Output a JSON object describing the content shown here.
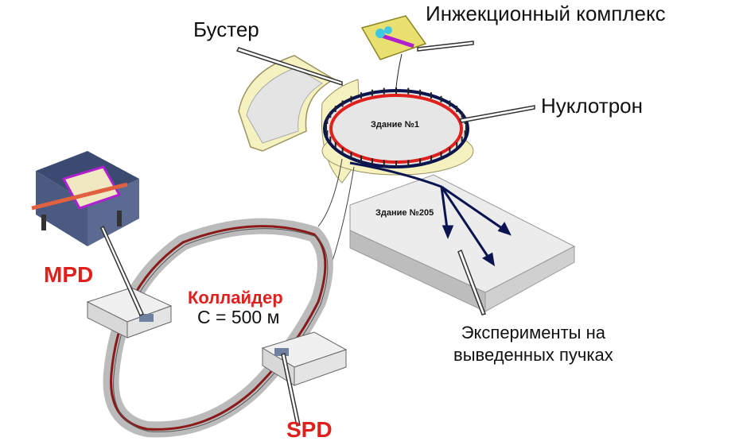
{
  "labels": {
    "injection": "Инжекционный комплекс",
    "booster": "Бустер",
    "nuclotron": "Нуклотрон",
    "building1": "Здание №1",
    "building205": "Здание №205",
    "mpd": "MPD",
    "collider": "Коллайдер",
    "circumference": "C = 500 м",
    "spd": "SPD",
    "experiments_line1": "Эксперименты на",
    "experiments_line2": "выведенных пучках"
  },
  "colors": {
    "accent_red": "#e0201c",
    "beam": "#0a1450",
    "structure": "#f5f0b0"
  }
}
